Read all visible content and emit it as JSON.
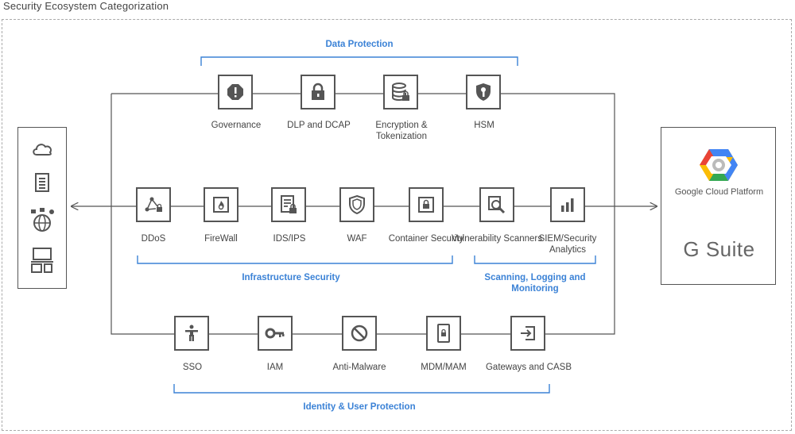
{
  "title": "Security Ecosystem Categorization",
  "groups": {
    "data_protection": "Data Protection",
    "infrastructure_security": "Infrastructure Security",
    "scanning": "Scanning, Logging and Monitoring",
    "identity": "Identity & User Protection"
  },
  "nodes": {
    "governance": "Governance",
    "dlp": "DLP and DCAP",
    "encryption": "Encryption & Tokenization",
    "hsm": "HSM",
    "ddos": "DDoS",
    "firewall": "FireWall",
    "idsips": "IDS/IPS",
    "waf": "WAF",
    "container": "Container Security",
    "vuln": "Vulnerability Scanners",
    "siem": "SIEM/Security Analytics",
    "sso": "SSO",
    "iam": "IAM",
    "antimalware": "Anti-Malware",
    "mdm": "MDM/MAM",
    "gateways": "Gateways and CASB"
  },
  "platforms": {
    "gcp": "Google Cloud Platform",
    "gsuite": "G Suite"
  },
  "colors": {
    "accent": "#3b82d6",
    "line": "#555555",
    "gcp_blue": "#4285f4",
    "gcp_red": "#ea4335",
    "gcp_yellow": "#fbbc05",
    "gcp_green": "#34a853"
  },
  "icons": {
    "left_panel": [
      "cloud-icon",
      "server-rack-icon",
      "globe-network-icon",
      "devices-icon"
    ],
    "governance": "alert-octagon-icon",
    "dlp": "padlock-icon",
    "encryption": "database-lock-icon",
    "hsm": "shield-key-icon",
    "ddos": "network-lock-icon",
    "firewall": "flame-icon",
    "idsips": "document-lock-icon",
    "waf": "shield-icon",
    "container": "container-lock-icon",
    "vuln": "search-scan-icon",
    "siem": "bar-chart-icon",
    "sso": "person-icon",
    "iam": "key-icon",
    "antimalware": "prohibited-icon",
    "mdm": "mobile-lock-icon",
    "gateways": "gateway-enter-icon"
  }
}
